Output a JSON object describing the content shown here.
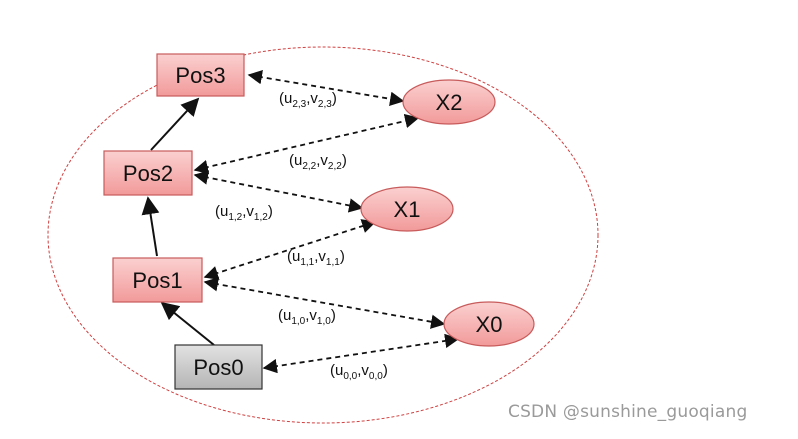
{
  "diagram": {
    "nodes": {
      "pos3": {
        "label": "Pos3",
        "fill": "#f4a6a6",
        "stroke": "#c85b5b"
      },
      "pos2": {
        "label": "Pos2",
        "fill": "#f4a6a6",
        "stroke": "#c85b5b"
      },
      "pos1": {
        "label": "Pos1",
        "fill": "#f4a6a6",
        "stroke": "#c85b5b"
      },
      "pos0": {
        "label": "Pos0",
        "fill": "#c9c9c9",
        "stroke": "#333333"
      },
      "x2": {
        "label": "X2",
        "fill": "#f4a6a6",
        "stroke": "#c85b5b"
      },
      "x1": {
        "label": "X1",
        "fill": "#f4a6a6",
        "stroke": "#c85b5b"
      },
      "x0": {
        "label": "X0",
        "fill": "#f4a6a6",
        "stroke": "#c85b5b"
      }
    },
    "edge_labels": {
      "u23": {
        "open": "(u",
        "usub": "2,3",
        "mid": ",v",
        "vsub": "2,3",
        "close": ")"
      },
      "u22": {
        "open": "(u",
        "usub": "2,2",
        "mid": ",v",
        "vsub": "2,2",
        "close": ")"
      },
      "u12": {
        "open": "(u",
        "usub": "1,2",
        "mid": ",v",
        "vsub": "1,2",
        "close": ")"
      },
      "u11": {
        "open": "(u",
        "usub": "1,1",
        "mid": ",v",
        "vsub": "1,1",
        "close": ")"
      },
      "u10": {
        "open": "(u",
        "usub": "1,0",
        "mid": ",v",
        "vsub": "1,0",
        "close": ")"
      },
      "u00": {
        "open": "(u",
        "usub": "0,0",
        "mid": ",v",
        "vsub": "0,0",
        "close": ")"
      }
    },
    "boundary_color": "#d04040"
  },
  "watermark": "CSDN @sunshine_guoqiang"
}
